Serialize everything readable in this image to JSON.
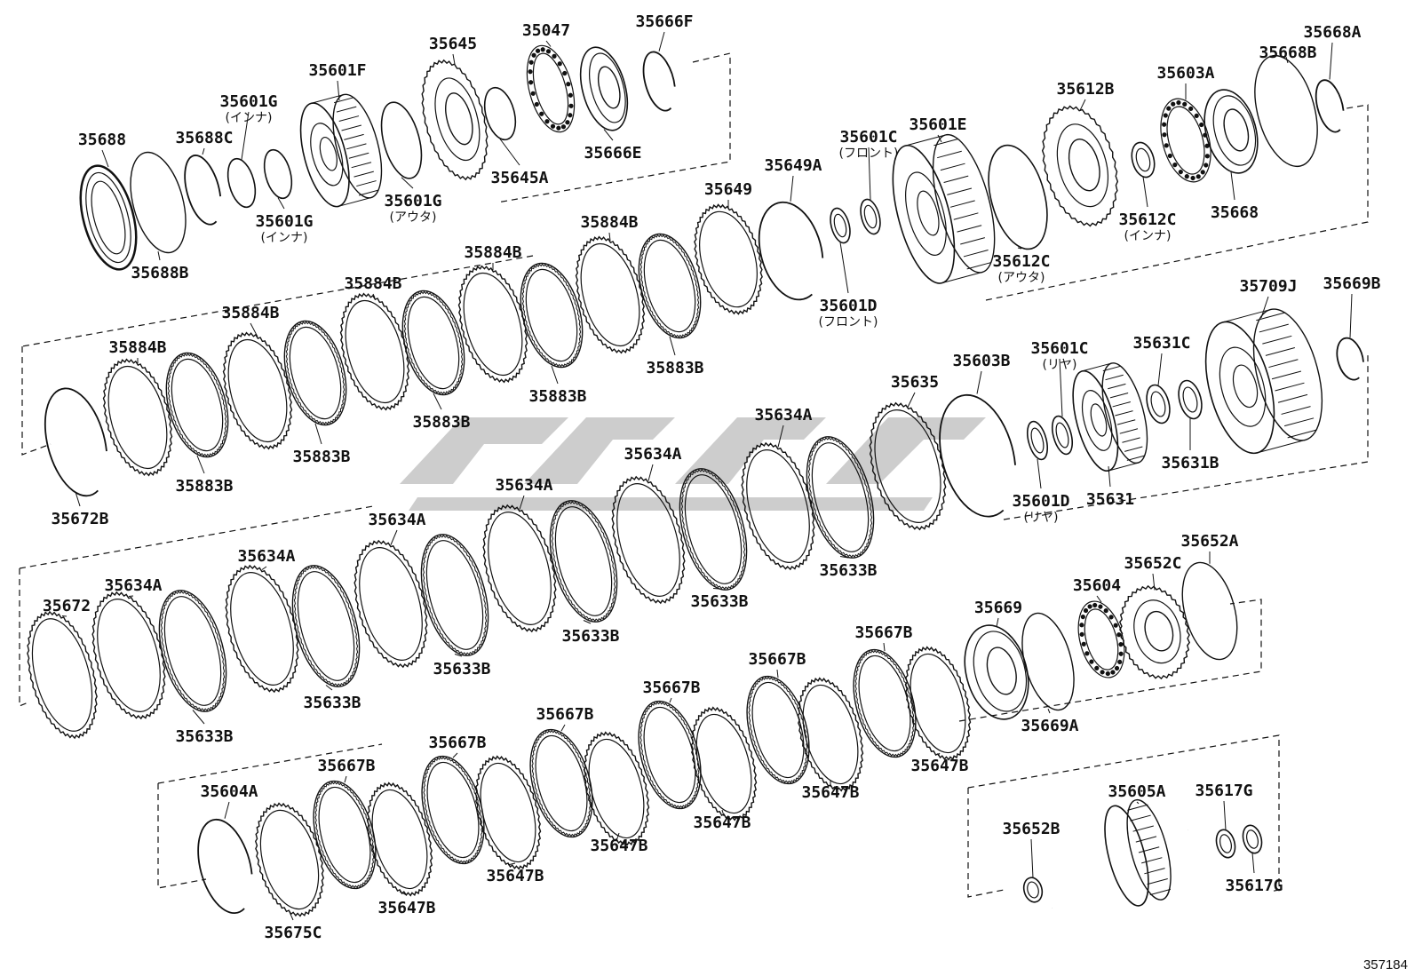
{
  "diagram": {
    "ref_number": "357184",
    "watermark_color": "#c8c8c8",
    "parts": [
      {
        "id": "p01",
        "code": "35688",
        "kind": "bearing",
        "sub": ""
      },
      {
        "id": "p02",
        "code": "35688B",
        "kind": "washer",
        "sub": ""
      },
      {
        "id": "p03",
        "code": "35688C",
        "kind": "snap",
        "sub": ""
      },
      {
        "id": "p04",
        "code": "35601G",
        "kind": "oring",
        "sub": "(インナ)"
      },
      {
        "id": "p05",
        "code": "35601G",
        "kind": "oring",
        "sub": "(インナ)"
      },
      {
        "id": "p06",
        "code": "35601F",
        "kind": "drum",
        "sub": ""
      },
      {
        "id": "p07",
        "code": "35601G",
        "kind": "oring",
        "sub": "(アウタ)"
      },
      {
        "id": "p08",
        "code": "35645",
        "kind": "piston",
        "sub": ""
      },
      {
        "id": "p09",
        "code": "35645A",
        "kind": "oring",
        "sub": ""
      },
      {
        "id": "p10",
        "code": "35047",
        "kind": "spring",
        "sub": ""
      },
      {
        "id": "p11",
        "code": "35666E",
        "kind": "retainer",
        "sub": ""
      },
      {
        "id": "p12",
        "code": "35666F",
        "kind": "snap",
        "sub": ""
      },
      {
        "id": "p13",
        "code": "35672B",
        "kind": "snap",
        "sub": ""
      },
      {
        "id": "p14",
        "code": "35884B",
        "kind": "plate",
        "sub": ""
      },
      {
        "id": "p15",
        "code": "35883B",
        "kind": "disc",
        "sub": ""
      },
      {
        "id": "p16",
        "code": "35884B",
        "kind": "plate",
        "sub": ""
      },
      {
        "id": "p17",
        "code": "35883B",
        "kind": "disc",
        "sub": ""
      },
      {
        "id": "p18",
        "code": "35884B",
        "kind": "plate",
        "sub": ""
      },
      {
        "id": "p19",
        "code": "35883B",
        "kind": "disc",
        "sub": ""
      },
      {
        "id": "p20",
        "code": "35884B",
        "kind": "plate",
        "sub": ""
      },
      {
        "id": "p21",
        "code": "35883B",
        "kind": "disc",
        "sub": ""
      },
      {
        "id": "p22",
        "code": "35884B",
        "kind": "plate",
        "sub": ""
      },
      {
        "id": "p23",
        "code": "35883B",
        "kind": "disc",
        "sub": ""
      },
      {
        "id": "p24",
        "code": "35649",
        "kind": "plate",
        "sub": ""
      },
      {
        "id": "p25",
        "code": "35649A",
        "kind": "snap",
        "sub": ""
      },
      {
        "id": "p26",
        "code": "35601D",
        "kind": "oring",
        "sub": "(フロント)"
      },
      {
        "id": "p27",
        "code": "35601C",
        "kind": "oring",
        "sub": "(フロント)"
      },
      {
        "id": "p28",
        "code": "35601E",
        "kind": "drum",
        "sub": ""
      },
      {
        "id": "p29",
        "code": "35612C",
        "kind": "oring",
        "sub": "(アウタ)"
      },
      {
        "id": "p30",
        "code": "35612B",
        "kind": "piston",
        "sub": ""
      },
      {
        "id": "p31",
        "code": "35612C",
        "kind": "oring",
        "sub": "(インナ)"
      },
      {
        "id": "p32",
        "code": "35603A",
        "kind": "spring",
        "sub": ""
      },
      {
        "id": "p33",
        "code": "35668",
        "kind": "retainer",
        "sub": ""
      },
      {
        "id": "p34",
        "code": "35668B",
        "kind": "washer",
        "sub": ""
      },
      {
        "id": "p35",
        "code": "35668A",
        "kind": "snap",
        "sub": ""
      },
      {
        "id": "p36",
        "code": "35672",
        "kind": "plate",
        "sub": ""
      },
      {
        "id": "p37",
        "code": "35634A",
        "kind": "plate",
        "sub": ""
      },
      {
        "id": "p38",
        "code": "35633B",
        "kind": "disc",
        "sub": ""
      },
      {
        "id": "p39",
        "code": "35634A",
        "kind": "plate",
        "sub": ""
      },
      {
        "id": "p40",
        "code": "35633B",
        "kind": "disc",
        "sub": ""
      },
      {
        "id": "p41",
        "code": "35634A",
        "kind": "plate",
        "sub": ""
      },
      {
        "id": "p42",
        "code": "35633B",
        "kind": "disc",
        "sub": ""
      },
      {
        "id": "p43",
        "code": "35634A",
        "kind": "plate",
        "sub": ""
      },
      {
        "id": "p44",
        "code": "35633B",
        "kind": "disc",
        "sub": ""
      },
      {
        "id": "p45",
        "code": "35634A",
        "kind": "plate",
        "sub": ""
      },
      {
        "id": "p46",
        "code": "35633B",
        "kind": "disc",
        "sub": ""
      },
      {
        "id": "p47",
        "code": "35634A",
        "kind": "plate",
        "sub": ""
      },
      {
        "id": "p48",
        "code": "35633B",
        "kind": "disc",
        "sub": ""
      },
      {
        "id": "p49",
        "code": "35635",
        "kind": "plate",
        "sub": ""
      },
      {
        "id": "p50",
        "code": "35603B",
        "kind": "snap",
        "sub": ""
      },
      {
        "id": "p51",
        "code": "35601D",
        "kind": "oring",
        "sub": "(リヤ)"
      },
      {
        "id": "p52",
        "code": "35601C",
        "kind": "oring",
        "sub": "(リヤ)"
      },
      {
        "id": "p53",
        "code": "35631",
        "kind": "drum",
        "sub": ""
      },
      {
        "id": "p54",
        "code": "35631C",
        "kind": "oring",
        "sub": ""
      },
      {
        "id": "p55",
        "code": "35631B",
        "kind": "oring",
        "sub": ""
      },
      {
        "id": "p56",
        "code": "35709J",
        "kind": "drum",
        "sub": ""
      },
      {
        "id": "p57",
        "code": "35669B",
        "kind": "snap",
        "sub": ""
      },
      {
        "id": "p58",
        "code": "35604A",
        "kind": "snap",
        "sub": ""
      },
      {
        "id": "p59",
        "code": "35675C",
        "kind": "plate",
        "sub": ""
      },
      {
        "id": "p60",
        "code": "35667B",
        "kind": "disc",
        "sub": ""
      },
      {
        "id": "p61",
        "code": "35647B",
        "kind": "plate",
        "sub": ""
      },
      {
        "id": "p62",
        "code": "35667B",
        "kind": "disc",
        "sub": ""
      },
      {
        "id": "p63",
        "code": "35647B",
        "kind": "plate",
        "sub": ""
      },
      {
        "id": "p64",
        "code": "35667B",
        "kind": "disc",
        "sub": ""
      },
      {
        "id": "p65",
        "code": "35647B",
        "kind": "plate",
        "sub": ""
      },
      {
        "id": "p66",
        "code": "35667B",
        "kind": "disc",
        "sub": ""
      },
      {
        "id": "p67",
        "code": "35647B",
        "kind": "plate",
        "sub": ""
      },
      {
        "id": "p68",
        "code": "35667B",
        "kind": "disc",
        "sub": ""
      },
      {
        "id": "p69",
        "code": "35647B",
        "kind": "plate",
        "sub": ""
      },
      {
        "id": "p70",
        "code": "35667B",
        "kind": "disc",
        "sub": ""
      },
      {
        "id": "p71",
        "code": "35647B",
        "kind": "plate",
        "sub": ""
      },
      {
        "id": "p72",
        "code": "35669",
        "kind": "retainer",
        "sub": ""
      },
      {
        "id": "p73",
        "code": "35669A",
        "kind": "washer",
        "sub": ""
      },
      {
        "id": "p74",
        "code": "35604",
        "kind": "spring",
        "sub": ""
      },
      {
        "id": "p75",
        "code": "35652C",
        "kind": "piston",
        "sub": ""
      },
      {
        "id": "p76",
        "code": "35652A",
        "kind": "washer",
        "sub": ""
      },
      {
        "id": "p77",
        "code": "35652B",
        "kind": "oring",
        "sub": ""
      },
      {
        "id": "p78",
        "code": "35605A",
        "kind": "shaft",
        "sub": ""
      },
      {
        "id": "p79",
        "code": "35617G",
        "kind": "oring",
        "sub": ""
      },
      {
        "id": "p80",
        "code": "35617G",
        "kind": "oring",
        "sub": ""
      }
    ]
  }
}
